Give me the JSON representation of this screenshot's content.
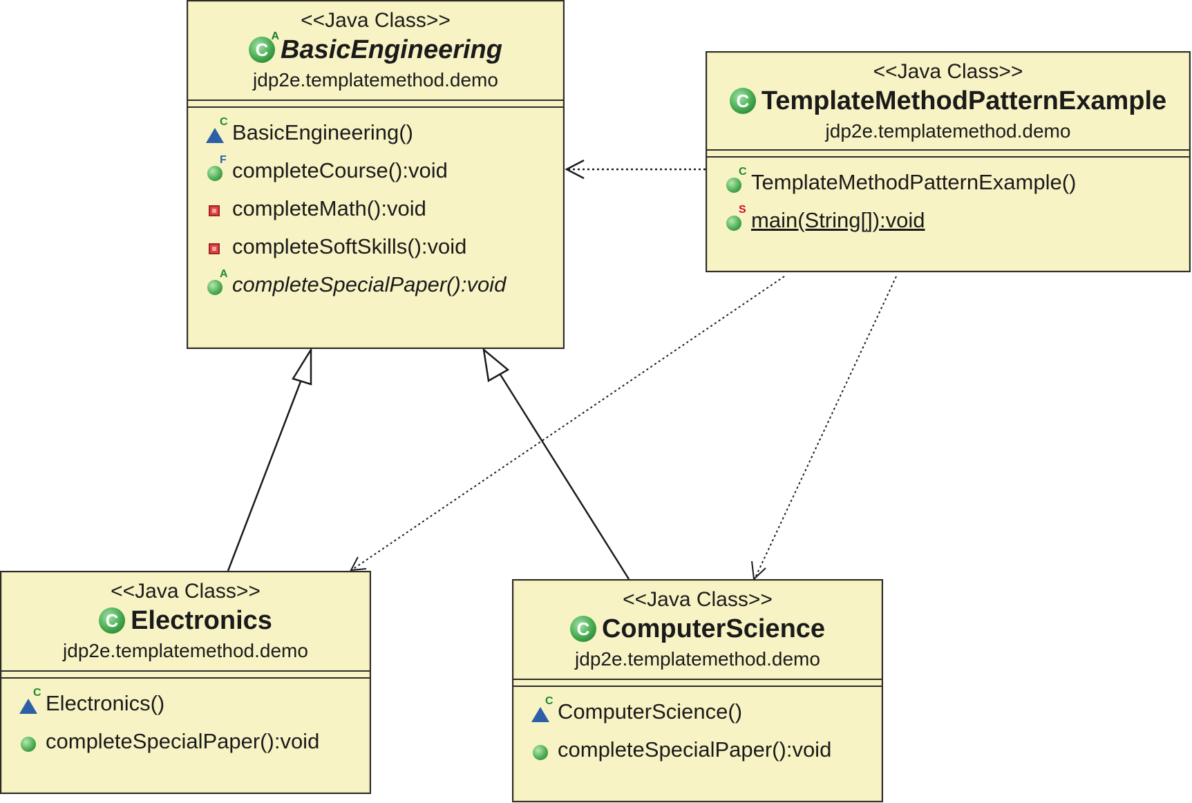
{
  "classes": [
    {
      "stereotype": "<<Java Class>>",
      "name": "BasicEngineering",
      "package": "jdp2e.templatemethod.demo",
      "abstract": true,
      "icon": "class-abstract-icon",
      "members": [
        {
          "text": "BasicEngineering()",
          "visibility": "protected",
          "modifier": "C"
        },
        {
          "text": "completeCourse():void",
          "visibility": "public",
          "modifier": "F"
        },
        {
          "text": "completeMath():void",
          "visibility": "private",
          "modifier": ""
        },
        {
          "text": "completeSoftSkills():void",
          "visibility": "private",
          "modifier": ""
        },
        {
          "text": "completeSpecialPaper():void",
          "visibility": "public",
          "modifier": "A"
        }
      ]
    },
    {
      "stereotype": "<<Java Class>>",
      "name": "TemplateMethodPatternExample",
      "package": "jdp2e.templatemethod.demo",
      "abstract": false,
      "icon": "class-icon",
      "members": [
        {
          "text": "TemplateMethodPatternExample()",
          "visibility": "public",
          "modifier": "C"
        },
        {
          "text": "main(String[]):void",
          "visibility": "public",
          "modifier": "S"
        }
      ]
    },
    {
      "stereotype": "<<Java Class>>",
      "name": "Electronics",
      "package": "jdp2e.templatemethod.demo",
      "abstract": false,
      "icon": "class-icon",
      "members": [
        {
          "text": "Electronics()",
          "visibility": "protected",
          "modifier": "C"
        },
        {
          "text": "completeSpecialPaper():void",
          "visibility": "public",
          "modifier": ""
        }
      ]
    },
    {
      "stereotype": "<<Java Class>>",
      "name": "ComputerScience",
      "package": "jdp2e.templatemethod.demo",
      "abstract": false,
      "icon": "class-icon",
      "members": [
        {
          "text": "ComputerScience()",
          "visibility": "protected",
          "modifier": "C"
        },
        {
          "text": "completeSpecialPaper():void",
          "visibility": "public",
          "modifier": ""
        }
      ]
    }
  ],
  "relations": [
    {
      "type": "generalization",
      "from": "Electronics",
      "to": "BasicEngineering"
    },
    {
      "type": "generalization",
      "from": "ComputerScience",
      "to": "BasicEngineering"
    },
    {
      "type": "dependency",
      "from": "TemplateMethodPatternExample",
      "to": "BasicEngineering"
    },
    {
      "type": "dependency",
      "from": "TemplateMethodPatternExample",
      "to": "Electronics"
    },
    {
      "type": "dependency",
      "from": "TemplateMethodPatternExample",
      "to": "ComputerScience"
    }
  ],
  "colors": {
    "class_fill": "#f7f3c4",
    "border": "#2b2b2b",
    "public": "#4fae55",
    "protected": "#2c5fa8",
    "private": "#d84848",
    "static_modifier": "#c8102e"
  }
}
